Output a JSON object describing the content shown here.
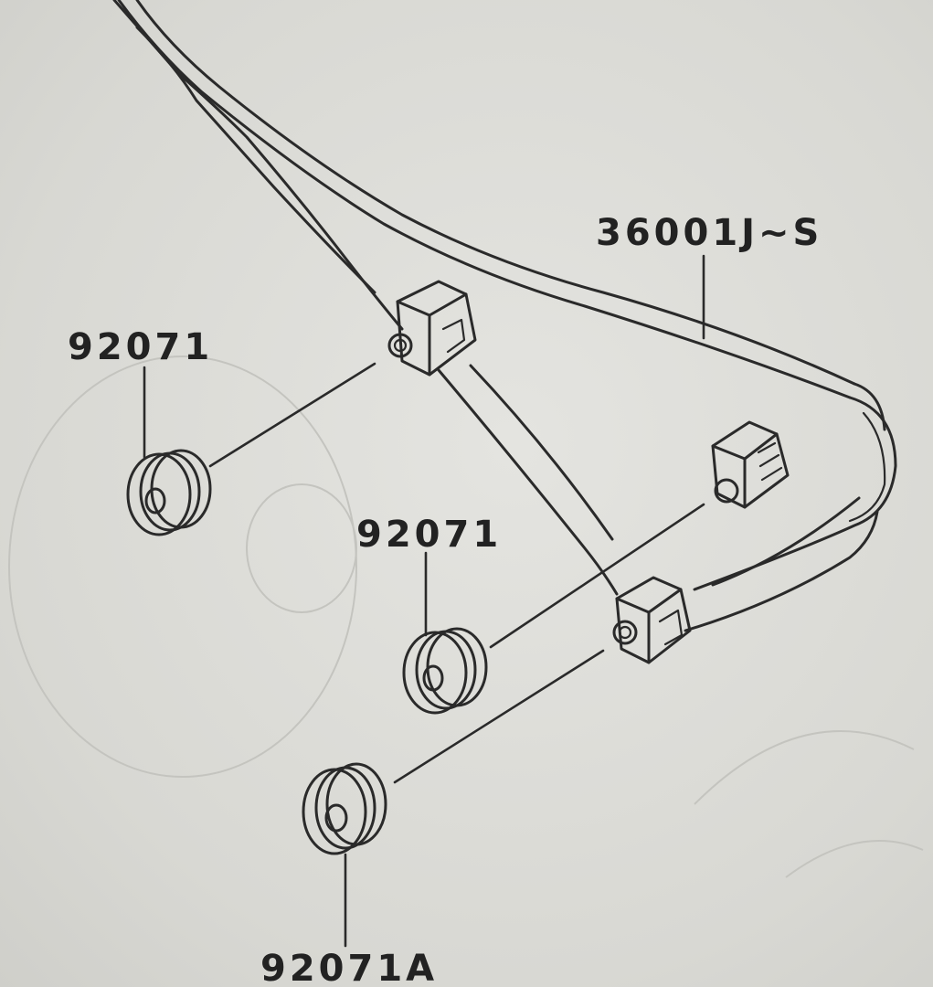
{
  "labels": {
    "frame_part": "36001J~S",
    "grommet_upper_left": "92071",
    "grommet_middle": "92071",
    "grommet_lower": "92071A"
  }
}
